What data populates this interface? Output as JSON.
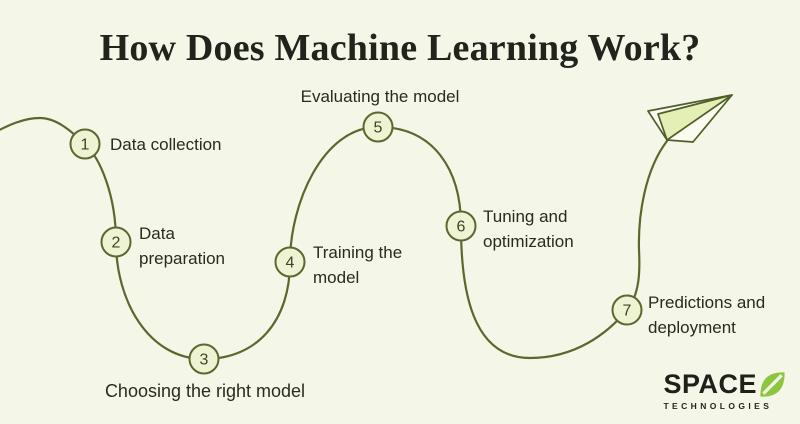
{
  "title": "How Does Machine Learning Work?",
  "steps": [
    {
      "num": "1",
      "label": "Data collection"
    },
    {
      "num": "2",
      "label": "Data\npreparation"
    },
    {
      "num": "3",
      "label": "Choosing the right model"
    },
    {
      "num": "4",
      "label": "Training the\nmodel"
    },
    {
      "num": "5",
      "label": "Evaluating the model"
    },
    {
      "num": "6",
      "label": "Tuning and\noptimization"
    },
    {
      "num": "7",
      "label": "Predictions and\ndeployment"
    }
  ],
  "branding": {
    "name": "SPACE",
    "symbol": "slashed-o",
    "subtitle": "TECHNOLOGIES"
  },
  "icons": [
    "paper-plane-icon",
    "logo-slashed-o-icon"
  ],
  "colors": {
    "background": "#F4F6E8",
    "path_stroke": "#5A682F",
    "circle_fill": "#EDF3D3",
    "number_text": "#3C4426",
    "label_text": "#272B20",
    "title_text": "#20241C",
    "logo_green": "#8CC63E",
    "plane_facet_green": "#E3EFB4",
    "plane_facet_white": "#FBFCEF"
  }
}
